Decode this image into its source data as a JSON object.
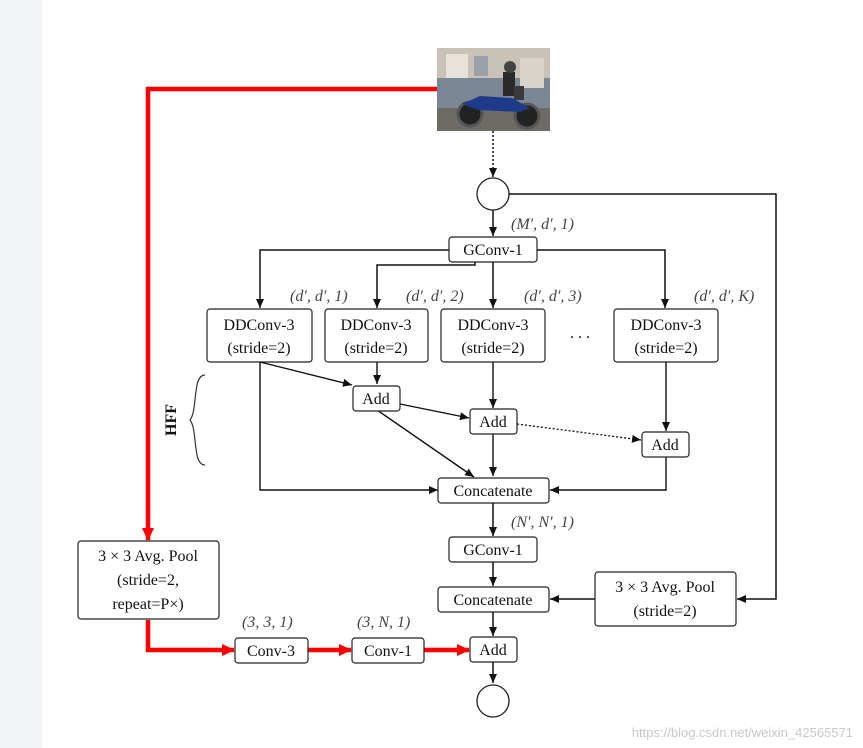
{
  "nodes": {
    "gconv1_top": "GConv-1",
    "ddconv_1_a": "DDConv-3",
    "ddconv_1_b": "(stride=2)",
    "ddconv_2_a": "DDConv-3",
    "ddconv_2_b": "(stride=2)",
    "ddconv_3_a": "DDConv-3",
    "ddconv_3_b": "(stride=2)",
    "ddconv_k_a": "DDConv-3",
    "ddconv_k_b": "(stride=2)",
    "ellipsis": ". . .",
    "add_1": "Add",
    "add_2": "Add",
    "add_k": "Add",
    "concat_top": "Concatenate",
    "gconv1_bottom": "GConv-1",
    "concat_bottom": "Concatenate",
    "avgpool_right_a": "3 × 3 Avg. Pool",
    "avgpool_right_b": "(stride=2)",
    "avgpool_left_a": "3 × 3 Avg. Pool",
    "avgpool_left_b": "(stride=2,",
    "avgpool_left_c": "repeat=P×)",
    "conv3": "Conv-3",
    "conv1": "Conv-1",
    "add_final": "Add",
    "hff_label": "HFF"
  },
  "dims": {
    "gconv_in": "(M′, d′, 1)",
    "d1": "(d′, d′, 1)",
    "d2": "(d′, d′, 2)",
    "d3": "(d′, d′, 3)",
    "dk": "(d′, d′, K)",
    "concat_out": "(N′, N′, 1)",
    "conv3_dim": "(3, 3, 1)",
    "conv1_dim": "(3, N, 1)"
  },
  "colors": {
    "input_path": "#ff0000",
    "edge": "#111111"
  },
  "watermark": "https://blog.csdn.net/weixin_42565571"
}
